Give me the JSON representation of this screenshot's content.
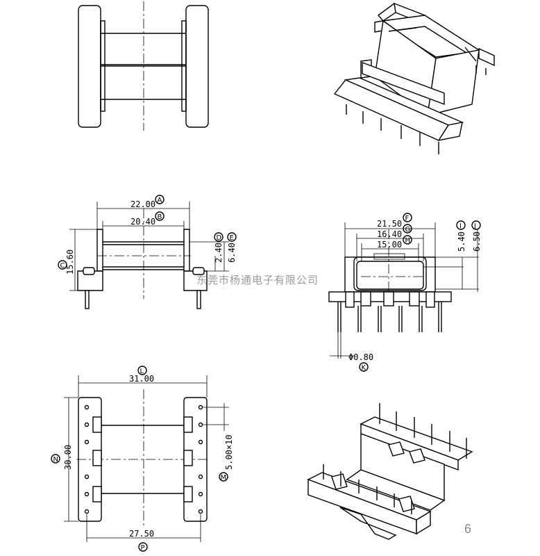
{
  "top_left_view": {},
  "iso_view_top": {},
  "side_view": {
    "dim_a": {
      "value": "22.00",
      "marker": "A"
    },
    "dim_b": {
      "value": "20.40",
      "marker": "B"
    },
    "dim_c": {
      "value": "15.60",
      "marker": "C"
    },
    "dim_d": {
      "value": "2.40",
      "marker": "D"
    },
    "dim_e": {
      "value": "6.40",
      "marker": "E"
    }
  },
  "front_view": {
    "dim_f": {
      "value": "21.50",
      "marker": "F"
    },
    "dim_g": {
      "value": "16.40",
      "marker": "G"
    },
    "dim_h": {
      "value": "15.00",
      "marker": "H"
    },
    "dim_i": {
      "value": "5.40",
      "marker": "I"
    },
    "dim_j": {
      "value": "6.50",
      "marker": "J"
    },
    "dim_k": {
      "value": "Φ0.80",
      "marker": "K"
    }
  },
  "bottom_view": {
    "dim_l": {
      "value": "31.00",
      "marker": "L"
    },
    "dim_m": {
      "value": "5.00×10",
      "marker": "M"
    },
    "dim_n": {
      "value": "30.00",
      "marker": "N"
    },
    "dim_p": {
      "value": "27.50",
      "marker": "P"
    }
  },
  "iso_view_bottom": {},
  "watermark": "东莞市杨通电子有限公司",
  "page_number": "6"
}
